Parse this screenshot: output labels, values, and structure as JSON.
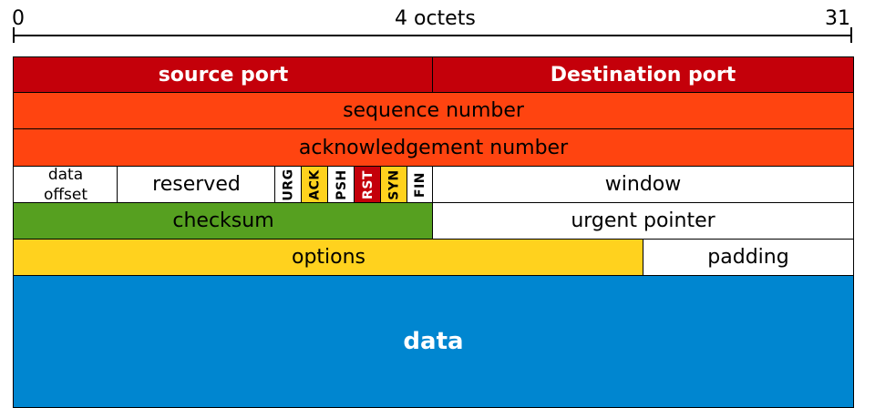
{
  "ruler": {
    "start": "0",
    "label": "4 octets",
    "end": "31"
  },
  "rows": {
    "r1": {
      "source_port": "source port",
      "destination_port": "Destination port"
    },
    "r2": {
      "sequence_number": "sequence number"
    },
    "r3": {
      "acknowledgement_number": "acknowledgement number"
    },
    "r4": {
      "data_offset_line1": "data",
      "data_offset_line2": "offset",
      "reserved": "reserved",
      "flags": [
        "URG",
        "ACK",
        "PSH",
        "RST",
        "SYN",
        "FIN"
      ],
      "window": "window"
    },
    "r5": {
      "checksum": "checksum",
      "urgent_pointer": "urgent pointer"
    },
    "r6": {
      "options": "options",
      "padding": "padding"
    },
    "r7": {
      "data": "data"
    }
  },
  "colors": {
    "header_red": "#c4000a",
    "orange": "#ff4410",
    "green": "#56a020",
    "yellow": "#ffd21e",
    "blue": "#0086d0",
    "white": "#ffffff",
    "flag_red": "#c4000a"
  }
}
